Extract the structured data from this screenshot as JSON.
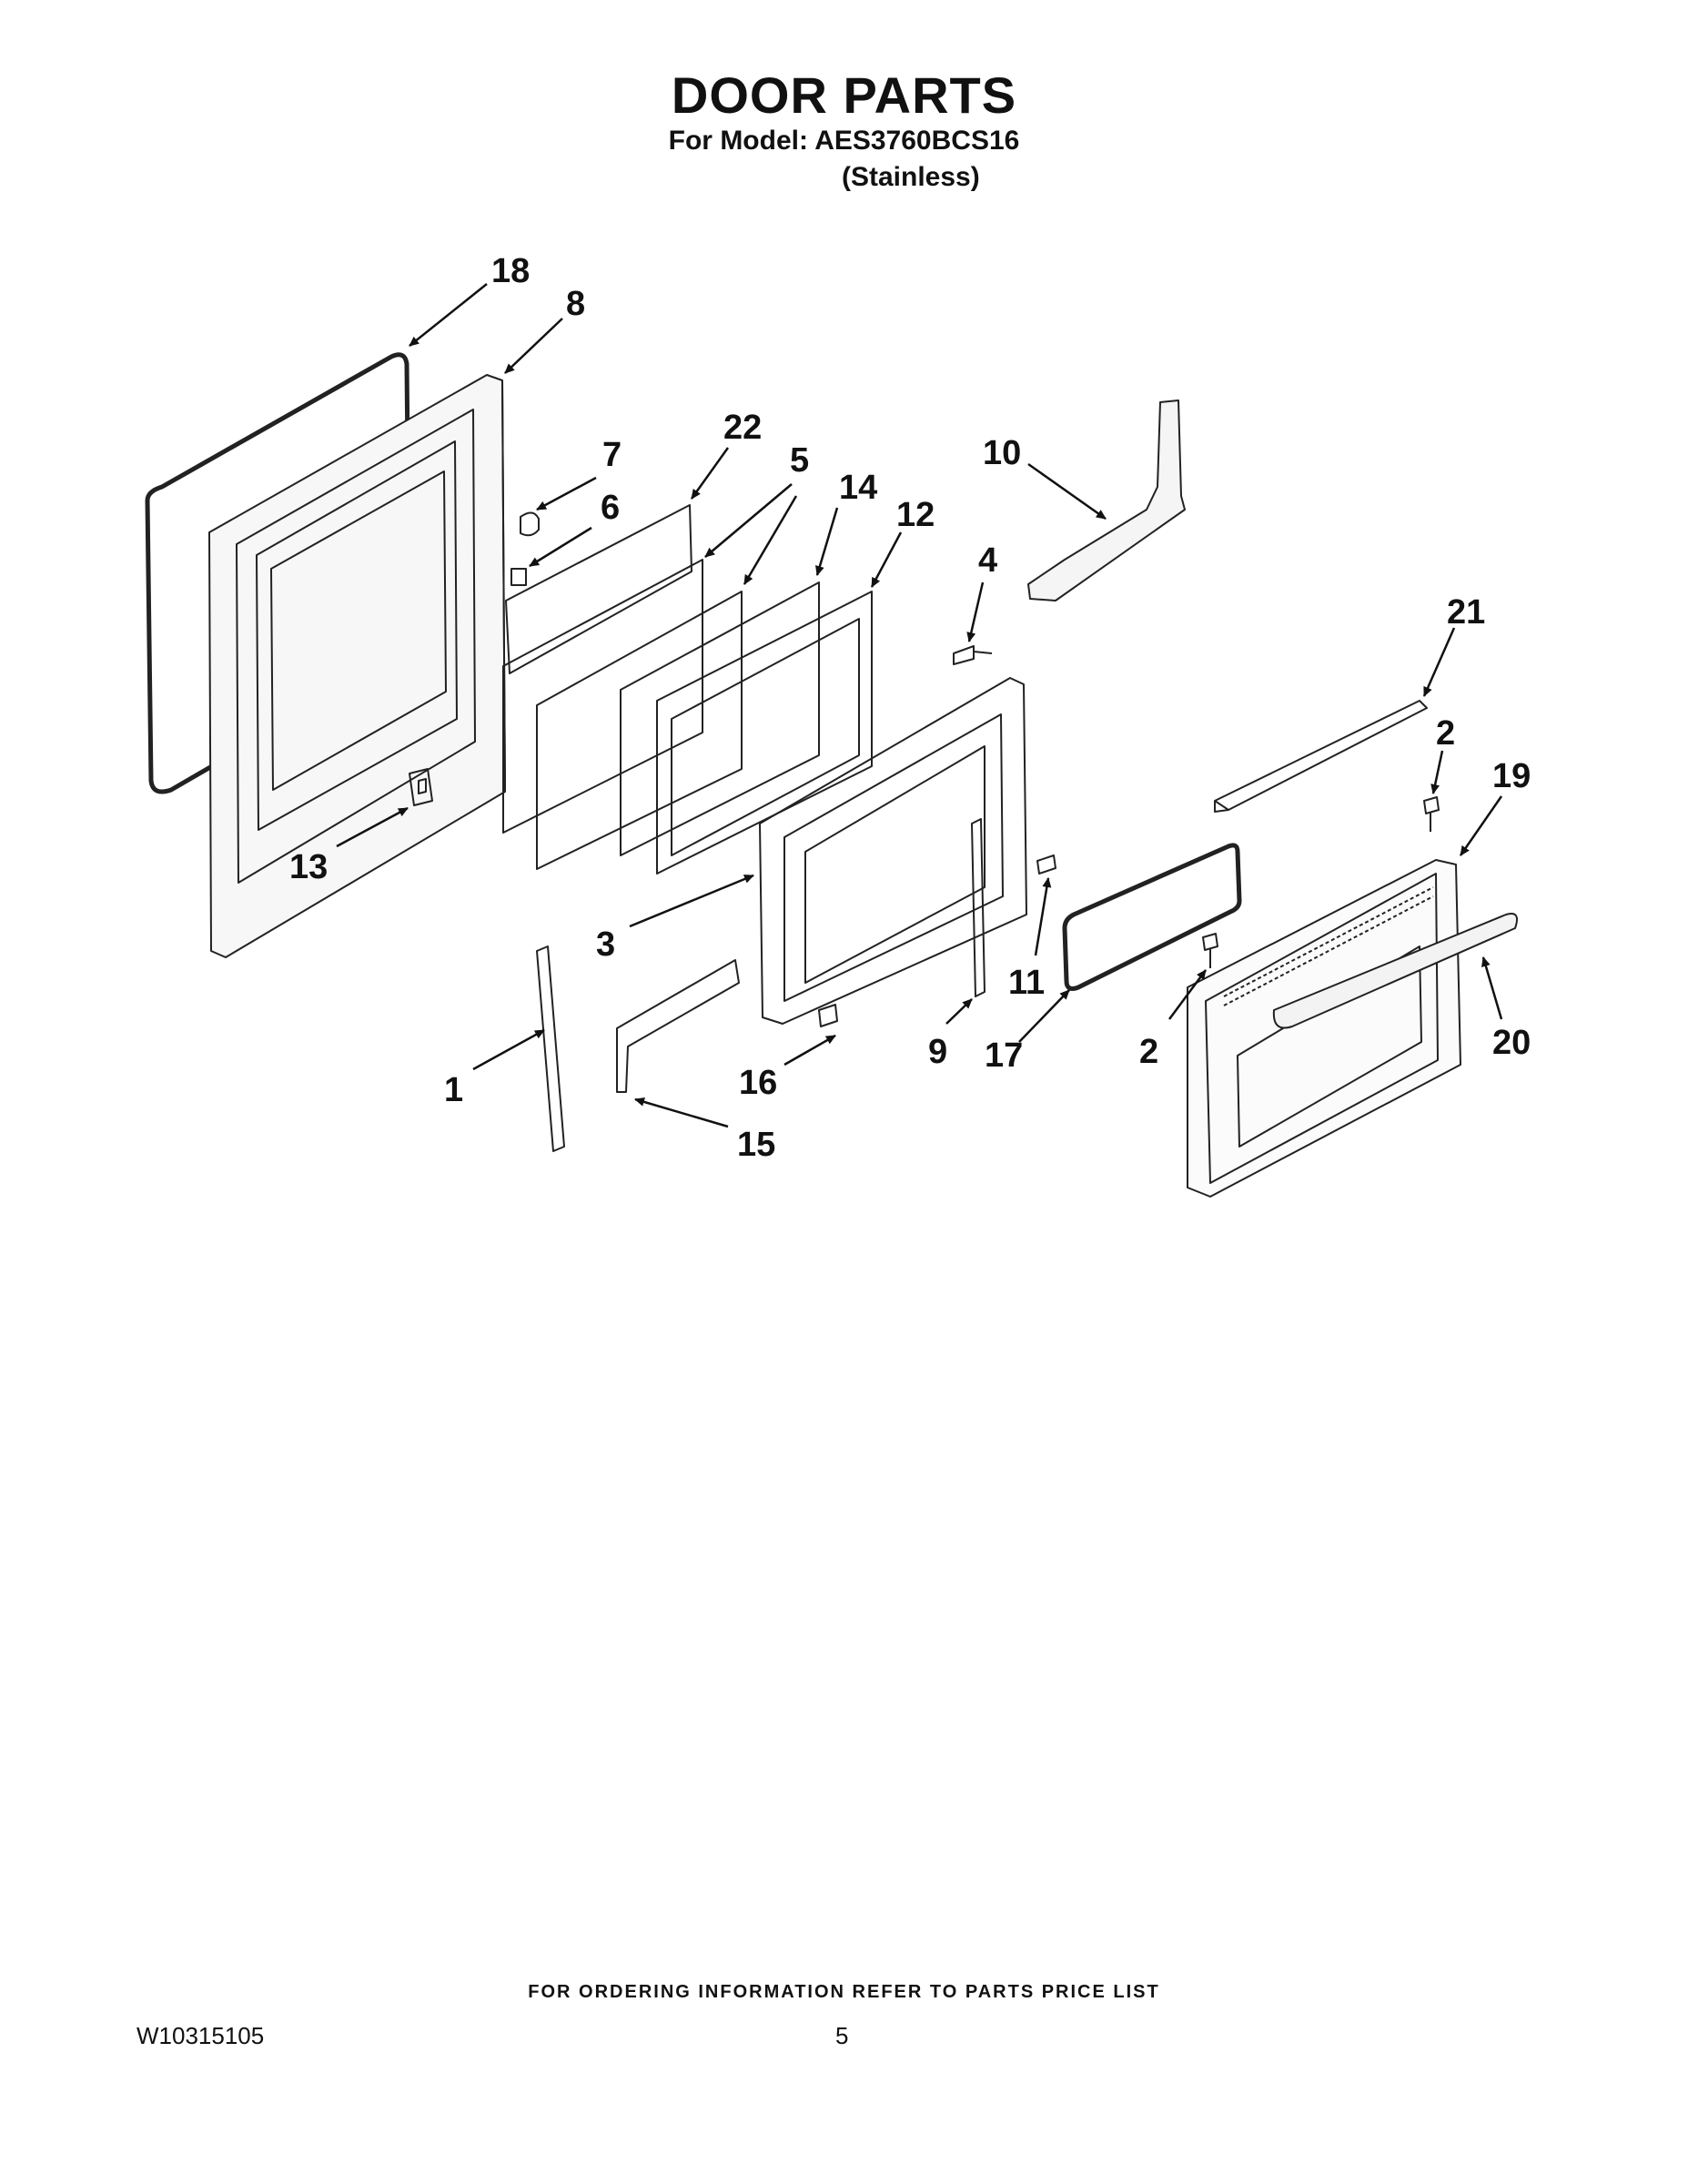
{
  "header": {
    "title": "DOOR PARTS",
    "model_line": "For Model: AES3760BCS16",
    "finish_line": "(Stainless)"
  },
  "diagram": {
    "callouts": [
      "18",
      "8",
      "7",
      "22",
      "5",
      "14",
      "12",
      "6",
      "10",
      "4",
      "21",
      "2",
      "19",
      "13",
      "3",
      "11",
      "9",
      "17",
      "2",
      "20",
      "1",
      "16",
      "15"
    ]
  },
  "footer": {
    "ordering_note": "FOR ORDERING INFORMATION REFER TO PARTS PRICE LIST",
    "document_number": "W10315105",
    "page_number": "5"
  }
}
